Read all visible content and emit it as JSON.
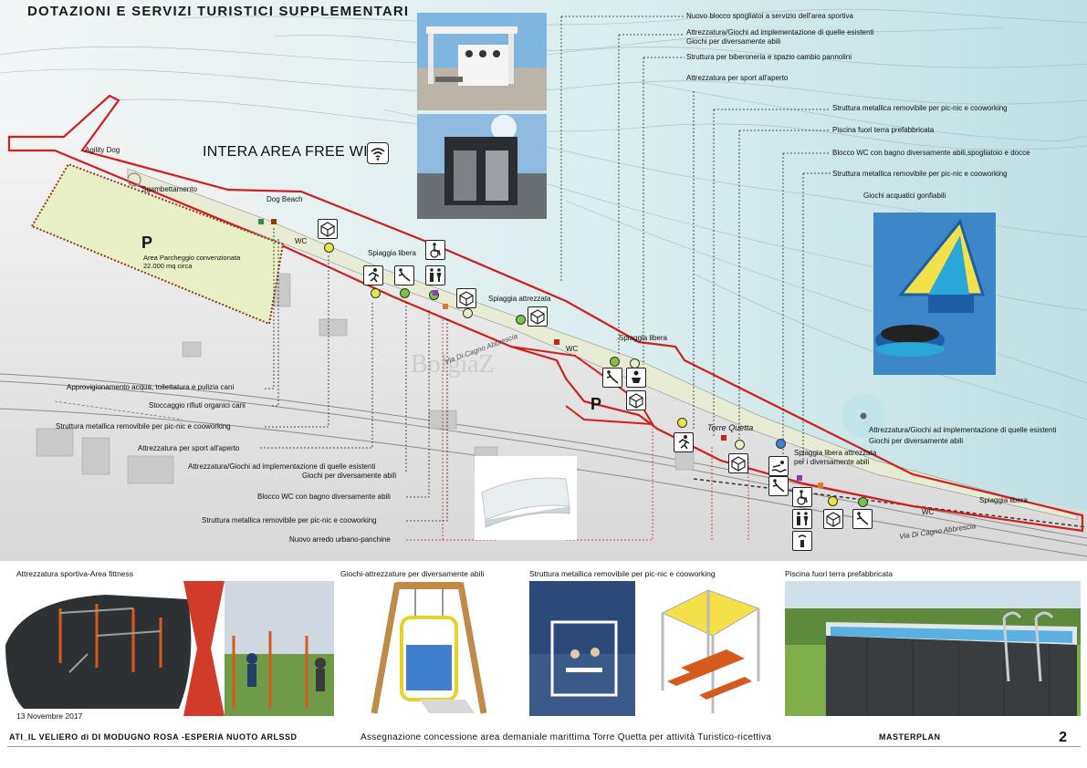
{
  "title": "DOTAZIONI E SERVIZI TURISTICI SUPPLEMENTARI",
  "wifi": "INTERA AREA FREE WIFI",
  "map_labels": {
    "agility": "Agility Dog",
    "sgambettamento": "Sgambettamento",
    "dogbeach": "Dog Beach",
    "wc1": "WC",
    "spiaggia_libera1": "Spiaggia libera",
    "spiaggia_attrezzata": "Spiaggia attrezzata",
    "wc2": "WC",
    "spiaggia_libera2": "Spiaggia libera",
    "torre": "Torre Quetta",
    "spiaggia_attr_dis_1": "Spiaggia libera attrezzata",
    "spiaggia_attr_dis_2": "per i diversamente abili",
    "wc3": "WC",
    "spiaggia_libera3": "Spiaggia libera",
    "via1": "Via Di Cagno Abbrescia",
    "via2": "Via Di Cagno Abbrescia",
    "parking_letter": "P",
    "parking_line1": "Area Parcheggio convenzionata",
    "parking_line2": "22.000 mq circa",
    "parking_letter2": "P"
  },
  "right_legend": [
    "Nuovo blocco spogliatoi a servizio dell'area sportiva",
    "Attrezzatura/Giochi ad implementazione  di quelle esistenti",
    "Giochi per diversamente abili",
    "Struttura per biberoneria e spazio cambio pannolini",
    "Attrezzatura  per sport all'aperto",
    "Struttura metallica removibile  per pic-nic e cooworking",
    "Piscina fuori terra  prefabbricata",
    "Blocco WC con bagno diversamente abili,spogliatoio e docce",
    "Struttura metallica removibile  per pic-nic e cooworking",
    "Giochi acquatici gonfiabili",
    "Attrezzatura/Giochi ad implementazione  di quelle esistenti",
    "Giochi per diversamente abili"
  ],
  "left_legend": [
    "Approvigionamento acqua, toilettatura e pulizia cani",
    "Stoccaggio rifiuti organici cani",
    "Struttura metallica removibile  per pic-nic e cooworking",
    "Attrezzatura  per sport all'aperto",
    "Attrezzatura/Giochi ad implementazione  di quelle esistenti",
    "Giochi per diversamente abili",
    "Blocco WC con bagno diversamente abili",
    "Struttura metallica removibile  per pic-nic e cooworking",
    "Nuovo arredo urbano-panchine"
  ],
  "bottom_captions": {
    "c1": "Attrezzatura sportiva-Area fittness",
    "c2": "Giochi-attrezzature per diversamente abili",
    "c3": "Struttura metallica removibile  per pic-nic e cooworking",
    "c4": "Piscina fuori terra prefabbricata"
  },
  "date": "13 Novembre 2017",
  "footer": {
    "left": "ATI_IL VELIERO di DI MODUGNO ROSA -ESPERIA NUOTO ARLSSD",
    "center": "Assegnazione concessione area demaniale marittima Torre Quetta per attività Turistico-ricettiva",
    "right": "MASTERPLAN",
    "page": "2"
  },
  "colors": {
    "boundary": "#d01f1f",
    "parking_fill": "#e8efc4",
    "sea": "#cfe6ea",
    "green_dot": "#7cc242",
    "yellow_dot": "#e6e64a",
    "orange_sq": "#e07a22",
    "brown_sq": "#8a3b12",
    "purple_sq": "#8b3fb1"
  },
  "icons": [
    "toilet-people-icon",
    "wheelchair-icon",
    "running-icon",
    "playground-icon",
    "structure-cube-icon",
    "swimmer-icon",
    "baby-care-icon",
    "wifi-icon"
  ]
}
